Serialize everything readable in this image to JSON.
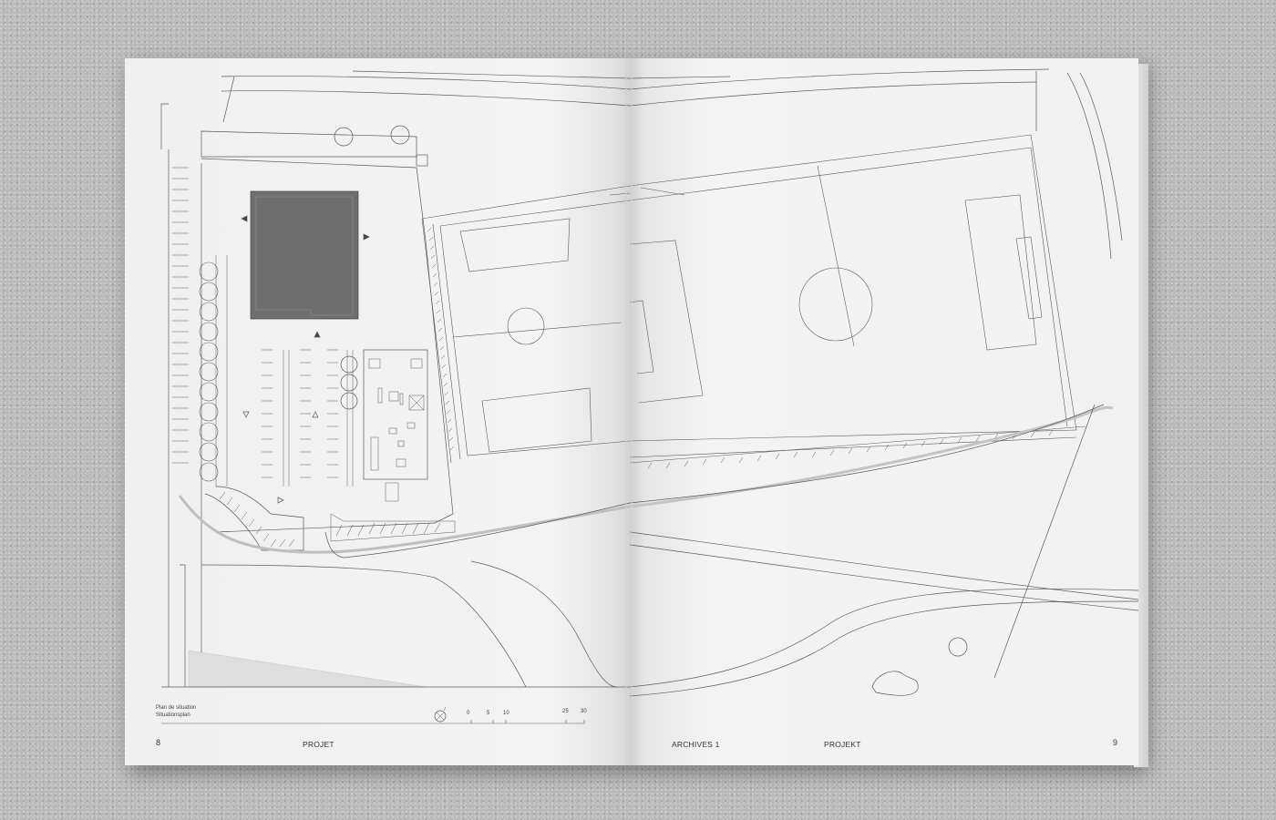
{
  "document": {
    "left_page": {
      "page_number": "8",
      "running_title": "PROJET",
      "caption_line1": "Plan de situation",
      "caption_line2": "Situationsplan",
      "scale_labels": [
        "0",
        "5",
        "10",
        "25",
        "30"
      ]
    },
    "right_page": {
      "page_number": "9",
      "section_label": "ARCHIVES 1",
      "running_title": "PROJEKT"
    }
  },
  "colors": {
    "background": "#b9b9b9",
    "paper": "#f1f1f1",
    "line": "#5a5a5a",
    "building_fill": "#6e6e6e"
  }
}
